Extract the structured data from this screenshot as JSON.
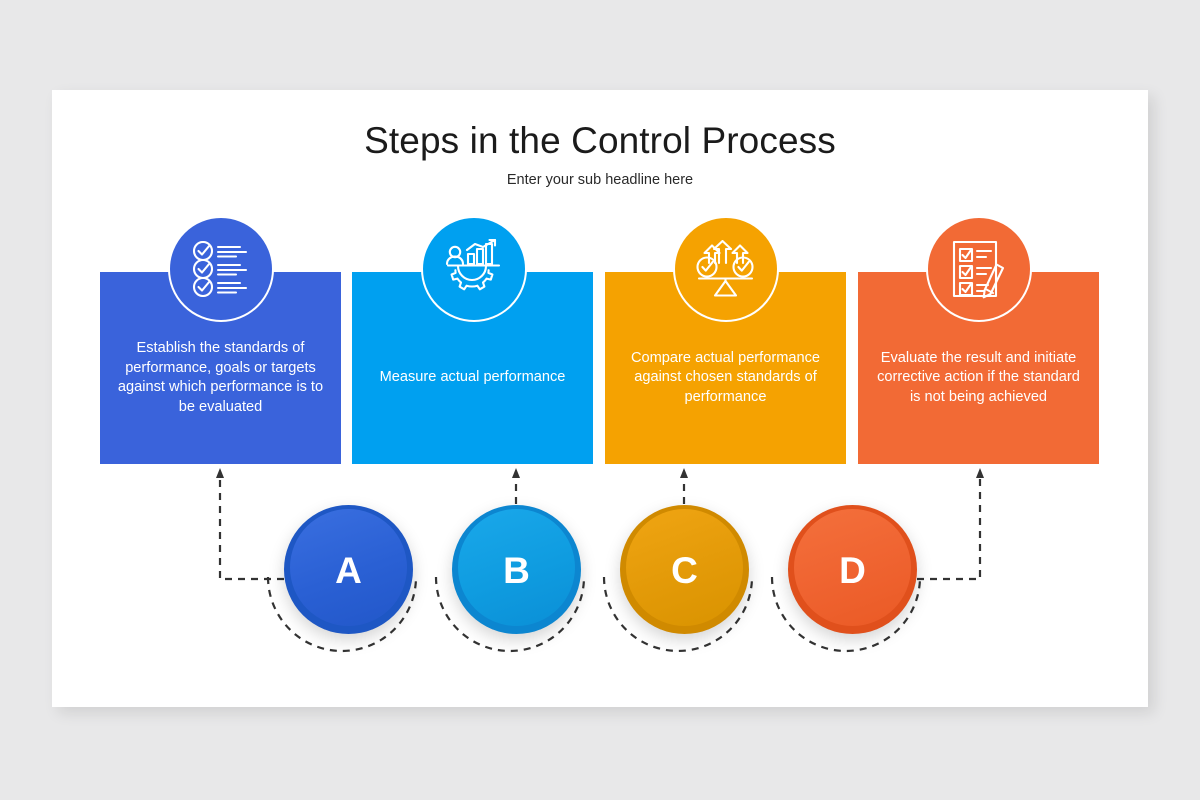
{
  "slide": {
    "title": "Steps in the Control Process",
    "subtitle": "Enter your sub headline here"
  },
  "steps": [
    {
      "letter": "A",
      "text": "Establish the standards of performance, goals or targets against which performance is to be evaluated",
      "color": "#3a63db",
      "icon": "checklist-icon"
    },
    {
      "letter": "B",
      "text": "Measure actual performance",
      "color": "#00a0f0",
      "icon": "bar-chart-gear-icon"
    },
    {
      "letter": "C",
      "text": "Compare actual performance against chosen standards of performance",
      "color": "#f5a201",
      "icon": "balance-scale-icon"
    },
    {
      "letter": "D",
      "text": "Evaluate the result and initiate corrective action if the standard is not being achieved",
      "color": "#f26a35",
      "icon": "clipboard-pencil-icon"
    }
  ],
  "theme": {
    "background": "#e8e8e9",
    "slide_background": "#ffffff",
    "title_color": "#1b1b1b",
    "card_text_color": "#ffffff",
    "connector_color": "#333333"
  }
}
